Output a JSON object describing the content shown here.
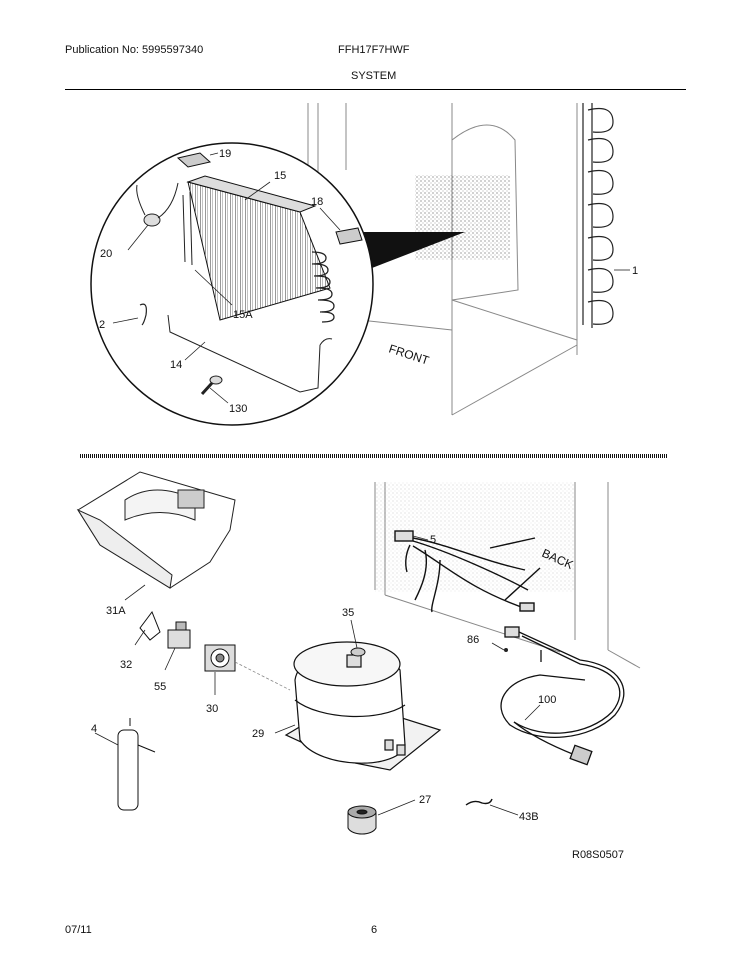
{
  "header": {
    "publication": "Publication No: 5995597340",
    "model": "FFH17F7HWF",
    "section": "SYSTEM"
  },
  "upper": {
    "labels": {
      "p19": "19",
      "p15": "15",
      "p18": "18",
      "p20": "20",
      "p15a": "15A",
      "p2": "2",
      "p14": "14",
      "p130": "130",
      "p1": "1"
    },
    "front_text": "FRONT"
  },
  "lower": {
    "labels": {
      "p5": "5",
      "p31a": "31A",
      "p32": "32",
      "p55": "55",
      "p30": "30",
      "p35": "35",
      "p86": "86",
      "p29": "29",
      "p100": "100",
      "p4": "4",
      "p27": "27",
      "p43b": "43B"
    },
    "back_text": "BACK",
    "drawing_code": "R08S0507"
  },
  "footer": {
    "date": "07/11",
    "page": "6"
  }
}
